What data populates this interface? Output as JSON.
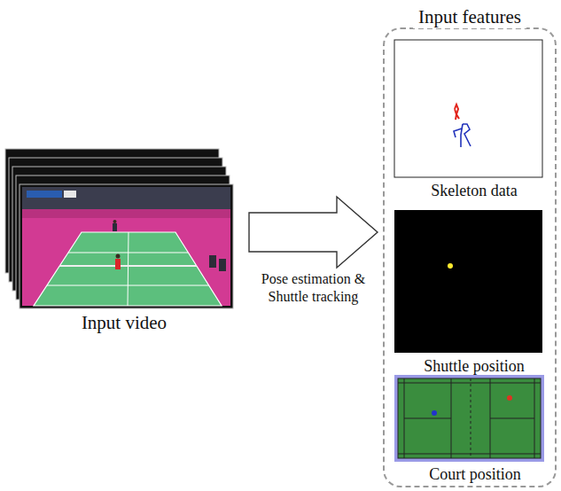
{
  "diagram": {
    "nodes": [
      {
        "text": [
          "Input video"
        ]
      },
      {
        "text": [
          "Input features"
        ]
      },
      {
        "text": [
          "Skeleton data"
        ],
        "in": 1
      },
      {
        "text": [
          "Shuttle position"
        ],
        "in": 1
      },
      {
        "text": [
          "Court position"
        ],
        "in": 1
      }
    ],
    "edges": [
      {
        "from": 0,
        "to": 1,
        "arrow": "to",
        "label": "Pose estimation & Shuttle tracking"
      }
    ]
  }
}
